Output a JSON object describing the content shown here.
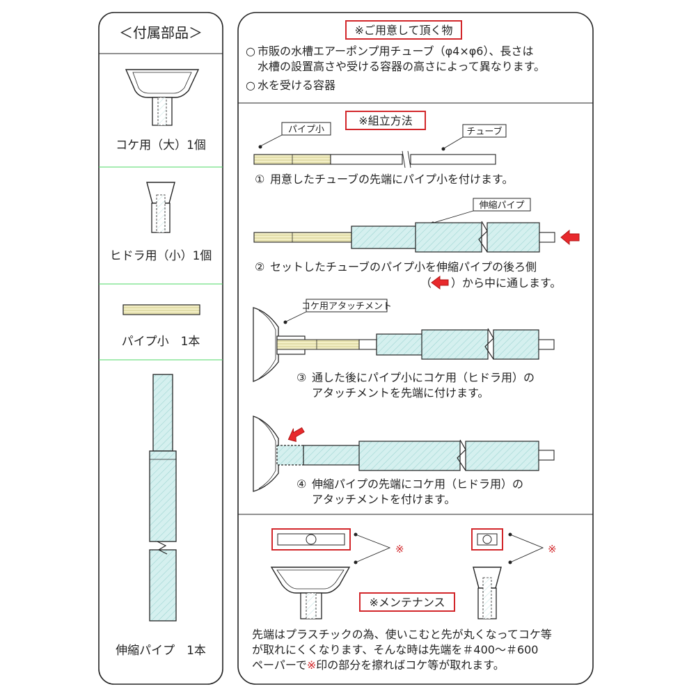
{
  "colors": {
    "outline": "#222222",
    "highlight_box": "#d2262a",
    "pipe_fill": "#d5f0ef",
    "small_pipe_fill": "#efeaba",
    "divider_green": "#4cd964",
    "arrow_red": "#e8292c"
  },
  "left_panel": {
    "title": "＜付属部品＞",
    "parts": [
      {
        "label": "コケ用（大）1個"
      },
      {
        "label": "ヒドラ用（小）1個"
      },
      {
        "label": "パイプ小　1本"
      },
      {
        "label": "伸縮パイプ　1本"
      }
    ]
  },
  "prepare": {
    "heading": "※ご用意して頂く物",
    "items": [
      {
        "bullet": "○",
        "line1": "市販の水槽エアーポンプ用チューブ（φ4×φ6）、長さは",
        "line2": "水槽の設置高さや受ける容器の高さによって異なります。"
      },
      {
        "bullet": "○",
        "line1": "水を受ける容器",
        "line2": ""
      }
    ]
  },
  "assembly": {
    "heading": "※組立方法",
    "labels": {
      "small_pipe": "パイプ小",
      "tube": "チューブ",
      "telescopic_pipe": "伸縮パイプ",
      "moss_attachment": "コケ用アタッチメント"
    },
    "steps": [
      {
        "num": "①",
        "line1": "用意したチューブの先端にパイプ小を付けます。",
        "line2": ""
      },
      {
        "num": "②",
        "line1": "セットしたチューブのパイプ小を伸縮パイプの後ろ側",
        "line2_pre": "（",
        "line2_post": "）から中に通します。"
      },
      {
        "num": "③",
        "line1": "通した後にパイプ小にコケ用（ヒドラ用）の",
        "line2": "アタッチメントを先端に付けます。"
      },
      {
        "num": "④",
        "line1": "伸縮パイプの先端にコケ用（ヒドラ用）の",
        "line2": "アタッチメントを付けます。"
      }
    ]
  },
  "maintenance": {
    "mark": "※",
    "heading": "※メンテナンス",
    "line1": "先端はプラスチックの為、使いこむと先が丸くなってコケ等",
    "line2": "が取れにくくなります、そんな時は先端を＃400～＃600",
    "line3_pre": "ペーパーで",
    "line3_mark": "※",
    "line3_post": "印の部分を擦ればコケ等が取れます。"
  }
}
